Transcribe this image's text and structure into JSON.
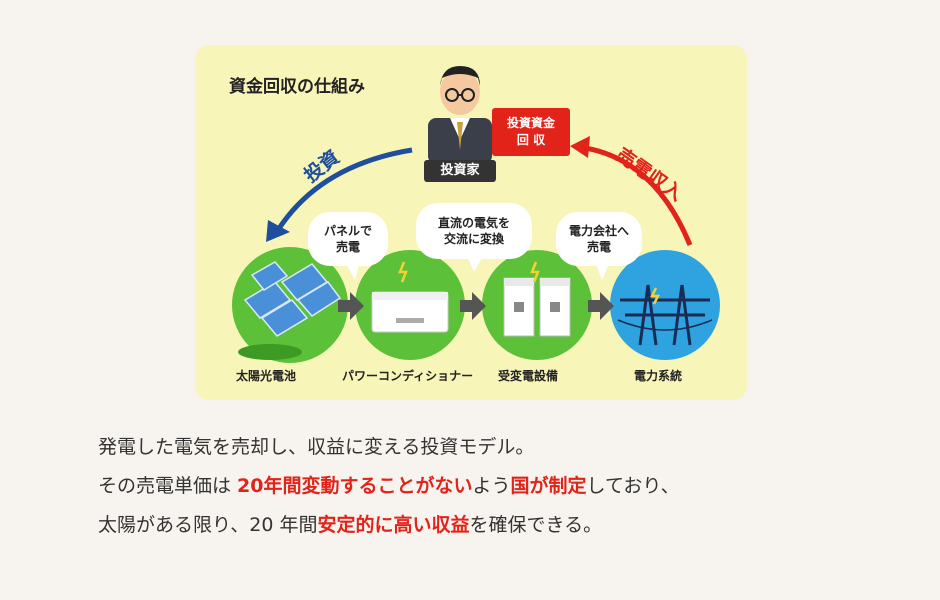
{
  "diagram": {
    "title": "資金回収の仕組み",
    "investor_label": "投資家",
    "investment_recovery": [
      "投資資金",
      "回 収"
    ],
    "left_arrow_label": "投資",
    "right_arrow_label": "売電収入",
    "bubbles": [
      [
        "パネルで",
        "売電"
      ],
      [
        "直流の電気を",
        "交流に変換"
      ],
      [
        "電力会社へ",
        "売電"
      ]
    ],
    "nodes": [
      "太陽光電池",
      "パワーコンディショナー",
      "受変電設備",
      "電力系統"
    ],
    "colors": {
      "panel_bg": "#f7f5b8",
      "node_green": "#5cc039",
      "node_blue": "#2ea3e0",
      "accent_red": "#e2231a",
      "arrow_blue": "#1f4e9c"
    }
  },
  "body_text": {
    "line1": "発電した電気を売却し、収益に変える投資モデル。",
    "line2_a": "その売電単価は ",
    "line2_b": "20年間変動することがない",
    "line2_c": "よう",
    "line2_d": "国が制定",
    "line2_e": "しており、",
    "line3_a": "太陽がある限り、20 年間",
    "line3_b": "安定的に高い収益",
    "line3_c": "を確保できる。"
  }
}
